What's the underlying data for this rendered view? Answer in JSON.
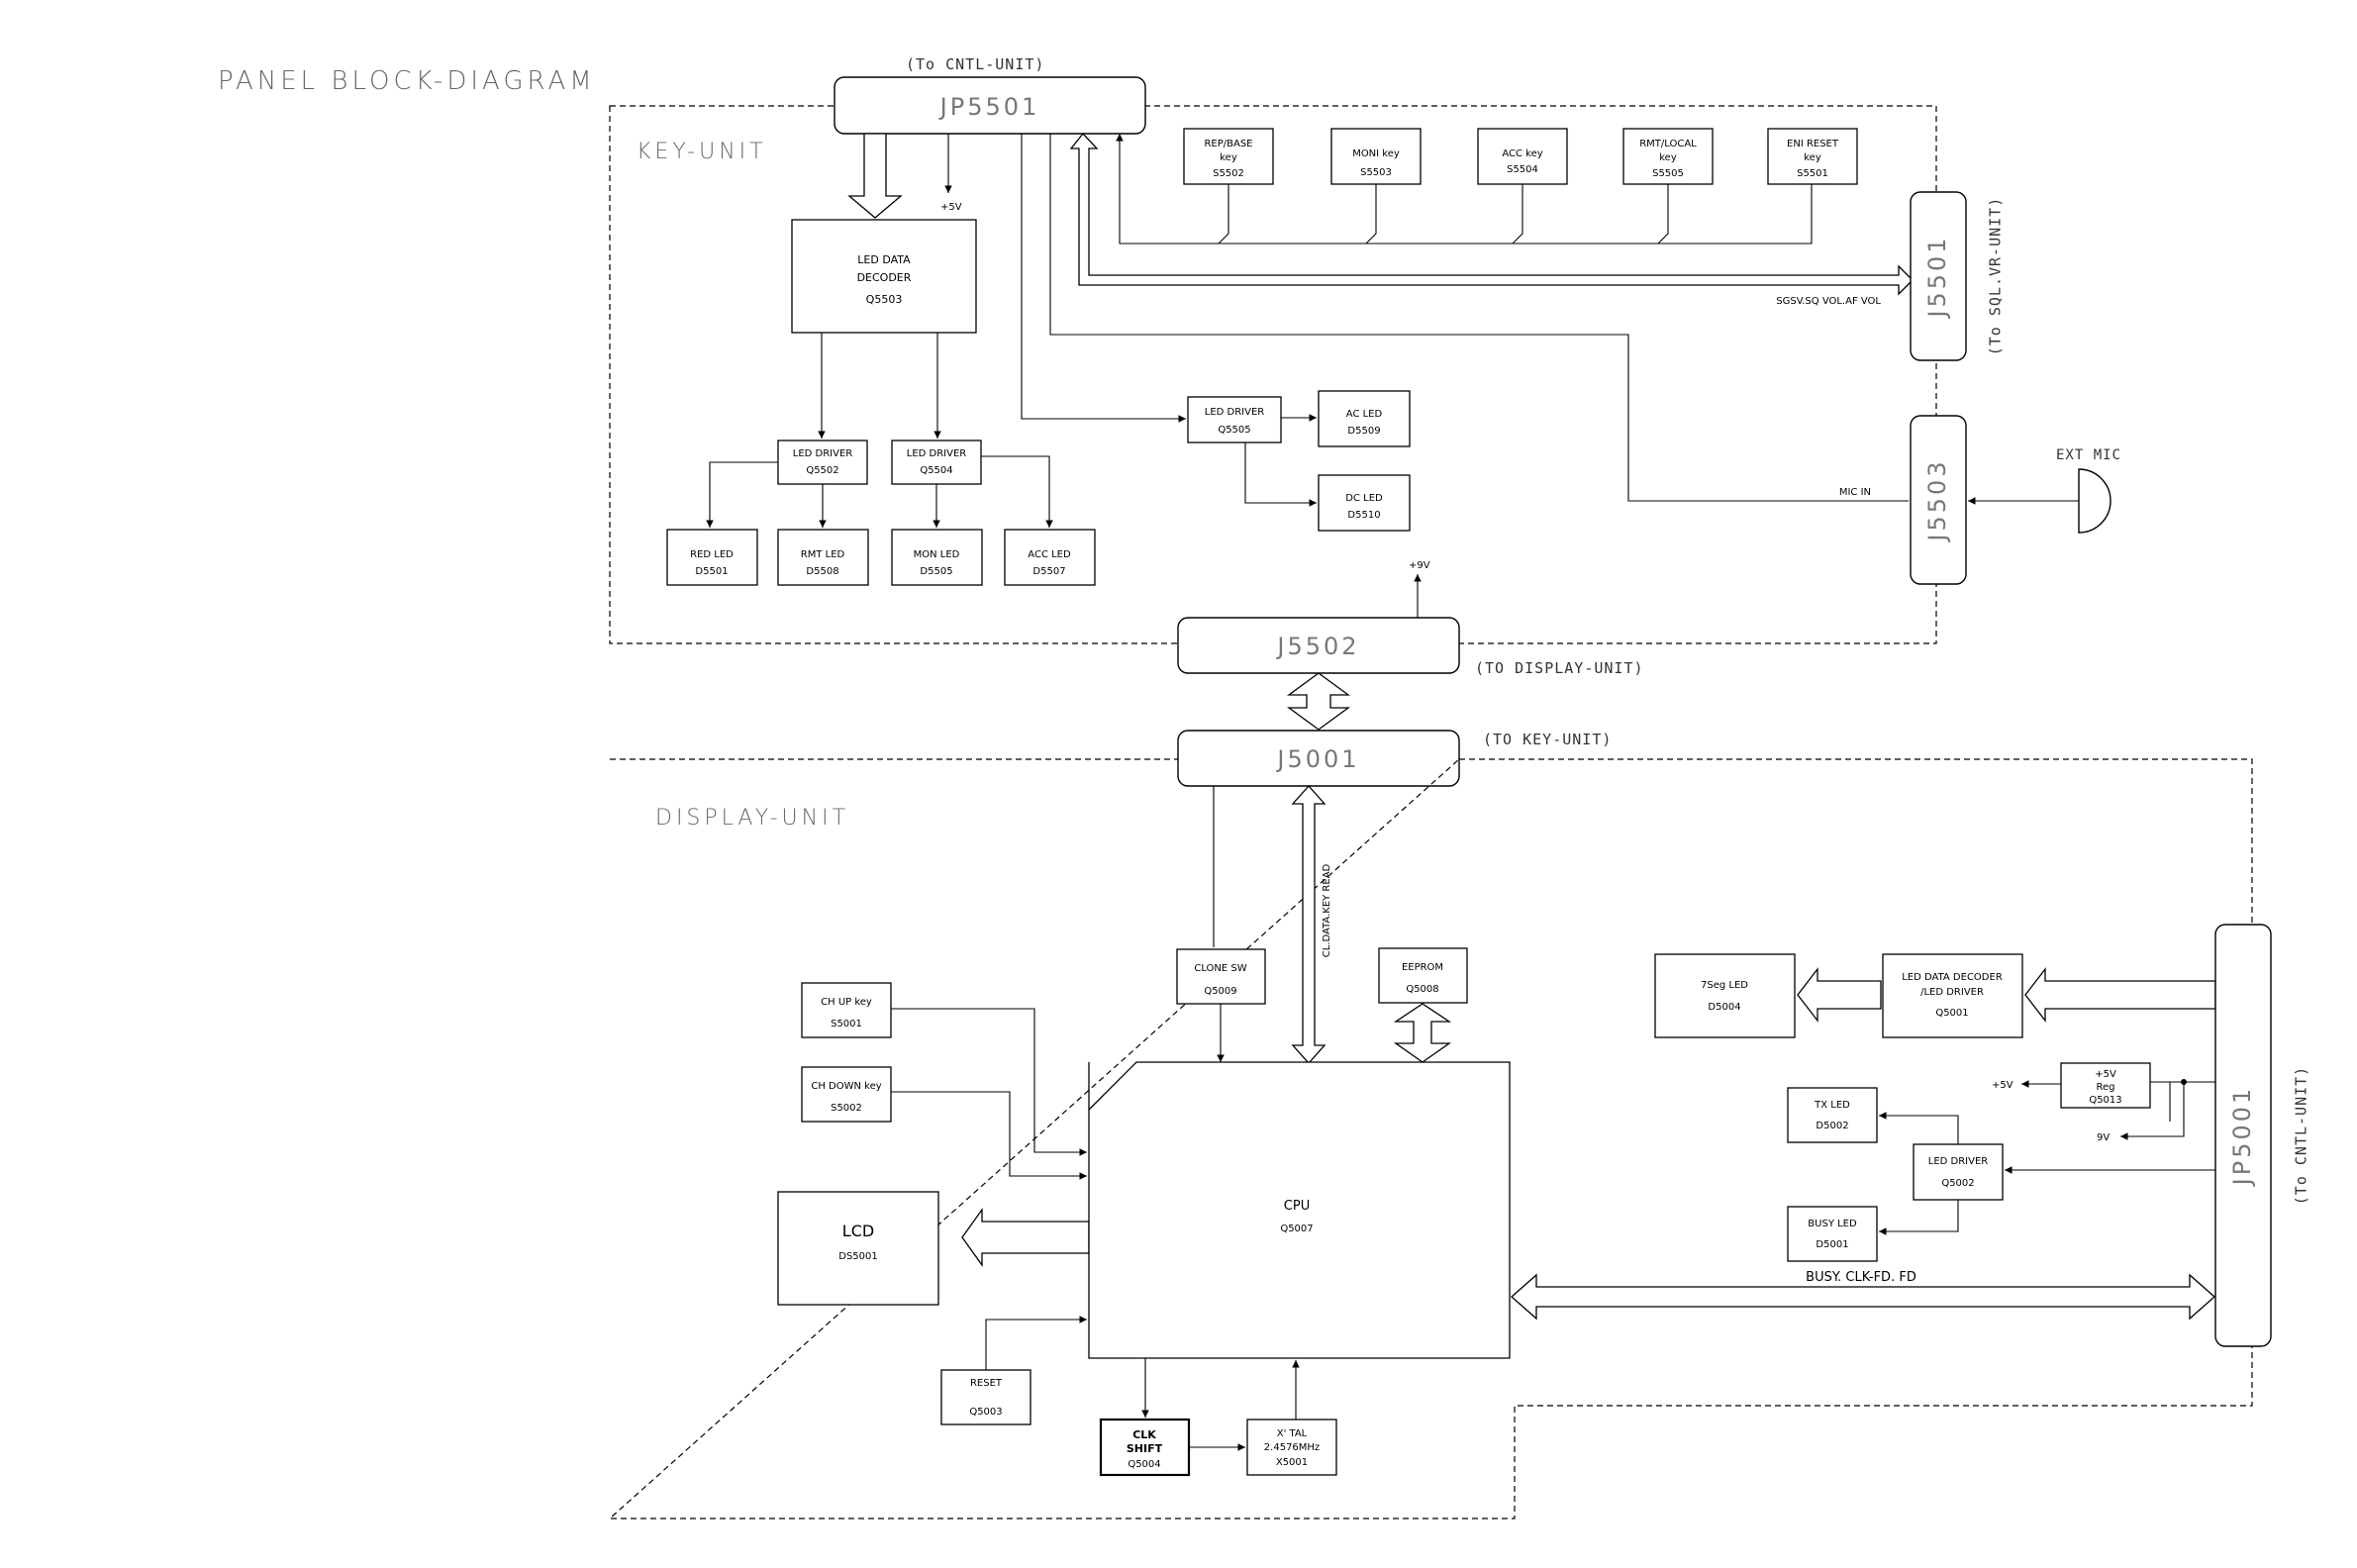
{
  "title": "PANEL BLOCK-DIAGRAM",
  "units": {
    "key_unit": "KEY-UNIT",
    "display_unit": "DISPLAY-UNIT"
  },
  "connectors": {
    "jp5501_top": {
      "label": "JP5501",
      "note": "(To CNTL-UNIT)"
    },
    "j5501": {
      "label": "J5501",
      "note": "(To SQL.VR-UNIT)"
    },
    "j5503": {
      "label": "J5503"
    },
    "j5502": {
      "label": "J5502",
      "note": "(TO DISPLAY-UNIT)"
    },
    "j5001": {
      "label": "J5001",
      "note": "(TO KEY-UNIT)"
    },
    "jp5001": {
      "label": "JP5001",
      "note": "(To CNTL-UNIT)"
    }
  },
  "key_unit": {
    "keys": [
      {
        "line1": "REP/BASE",
        "line2": "key",
        "ref": "S5502"
      },
      {
        "line1": "MONI key",
        "line2": "",
        "ref": "S5503"
      },
      {
        "line1": "ACC key",
        "line2": "",
        "ref": "S5504"
      },
      {
        "line1": "RMT/LOCAL",
        "line2": "key",
        "ref": "S5505"
      },
      {
        "line1": "ENI RESET",
        "line2": "key",
        "ref": "S5501"
      }
    ],
    "decoder": {
      "line1": "LED DATA",
      "line2": "DECODER",
      "ref": "Q5503"
    },
    "plus5v": "+5V",
    "plus9v": "+9V",
    "driver_left": {
      "label": "LED DRIVER",
      "ref": "Q5502"
    },
    "driver_right": {
      "label": "LED DRIVER",
      "ref": "Q5504"
    },
    "driver_ac": {
      "label": "LED DRIVER",
      "ref": "Q5505"
    },
    "leds": [
      {
        "label": "RED LED",
        "ref": "D5501"
      },
      {
        "label": "RMT LED",
        "ref": "D5508"
      },
      {
        "label": "MON LED",
        "ref": "D5505"
      },
      {
        "label": "ACC LED",
        "ref": "D5507"
      }
    ],
    "ac_led": {
      "label": "AC LED",
      "ref": "D5509"
    },
    "dc_led": {
      "label": "DC LED",
      "ref": "D5510"
    },
    "vol_signal": "SGSV.SQ VOL.AF VOL",
    "mic_in": "MIC IN",
    "ext_mic": "EXT MIC"
  },
  "display_unit": {
    "clone_sw": {
      "label": "CLONE SW",
      "ref": "Q5009"
    },
    "data_bus": "CL.DATA.KEY READ",
    "eeprom": {
      "label": "EEPROM",
      "ref": "Q5008"
    },
    "ch_up": {
      "label": "CH UP key",
      "ref": "S5001"
    },
    "ch_down": {
      "label": "CH DOWN key",
      "ref": "S5002"
    },
    "lcd": {
      "label": "LCD",
      "ref": "DS5001"
    },
    "cpu": {
      "label": "CPU",
      "ref": "Q5007"
    },
    "reset": {
      "label": "RESET",
      "ref": "Q5003"
    },
    "clk_shift": {
      "line1": "CLK",
      "line2": "SHIFT",
      "ref": "Q5004"
    },
    "xtal": {
      "line1": "X' TAL",
      "line2": "2.4576MHz",
      "ref": "X5001"
    },
    "seven_seg": {
      "label": "7Seg LED",
      "ref": "D5004"
    },
    "led_decoder": {
      "line1": "LED DATA DECODER",
      "line2": "/LED DRIVER",
      "ref": "Q5001"
    },
    "reg": {
      "line1": "+5V",
      "line2": "Reg",
      "ref": "Q5013"
    },
    "plus5v_out": "+5V",
    "nine_v": "9V",
    "tx_led": {
      "label": "TX LED",
      "ref": "D5002"
    },
    "busy_led": {
      "label": "BUSY LED",
      "ref": "D5001"
    },
    "led_driver": {
      "label": "LED DRIVER",
      "ref": "Q5002"
    },
    "busy_bus": "BUSY. CLK-FD. FD"
  }
}
